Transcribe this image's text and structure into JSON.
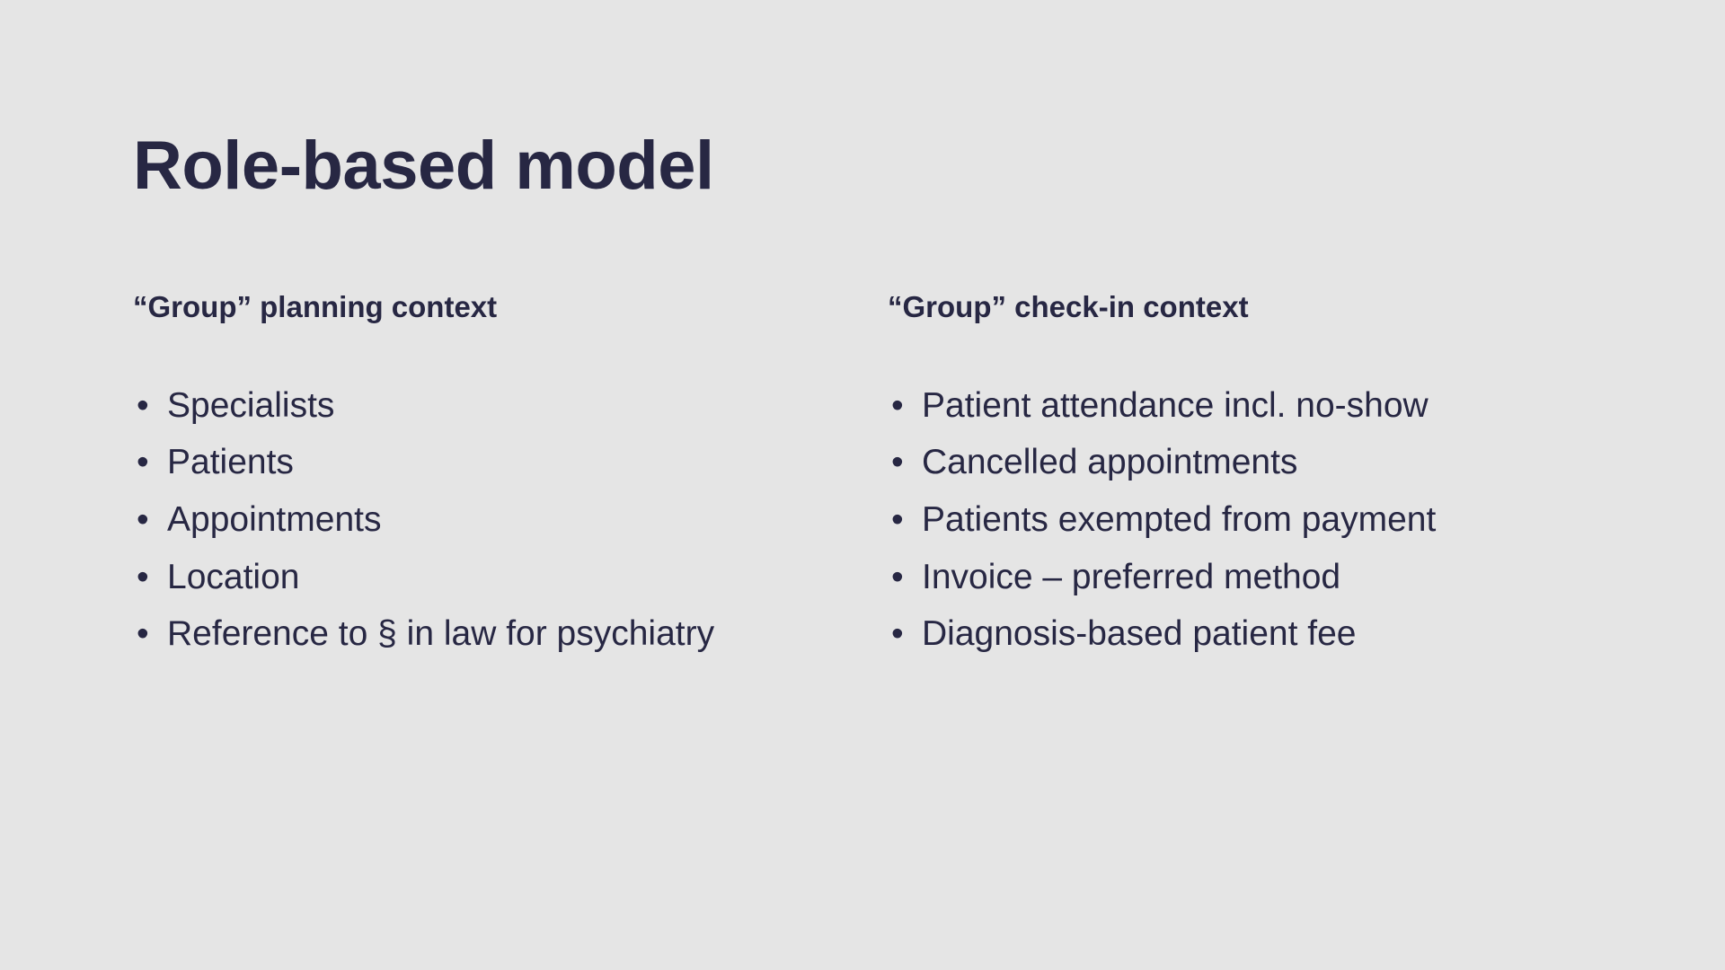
{
  "slide": {
    "title": "Role-based model",
    "background_color": "#e5e5e5",
    "text_color": "#272743",
    "bullet_glyph": "•"
  },
  "columns": [
    {
      "id": "planning-context",
      "heading": "“Group” planning context",
      "items": [
        "Specialists",
        "Patients",
        "Appointments",
        "Location",
        "Reference to § in law for psychiatry"
      ]
    },
    {
      "id": "check-in-context",
      "heading": "“Group” check-in context",
      "items": [
        "Patient attendance incl. no-show",
        "Cancelled appointments",
        "Patients exempted from payment",
        "Invoice – preferred method",
        "Diagnosis-based patient fee"
      ]
    }
  ]
}
